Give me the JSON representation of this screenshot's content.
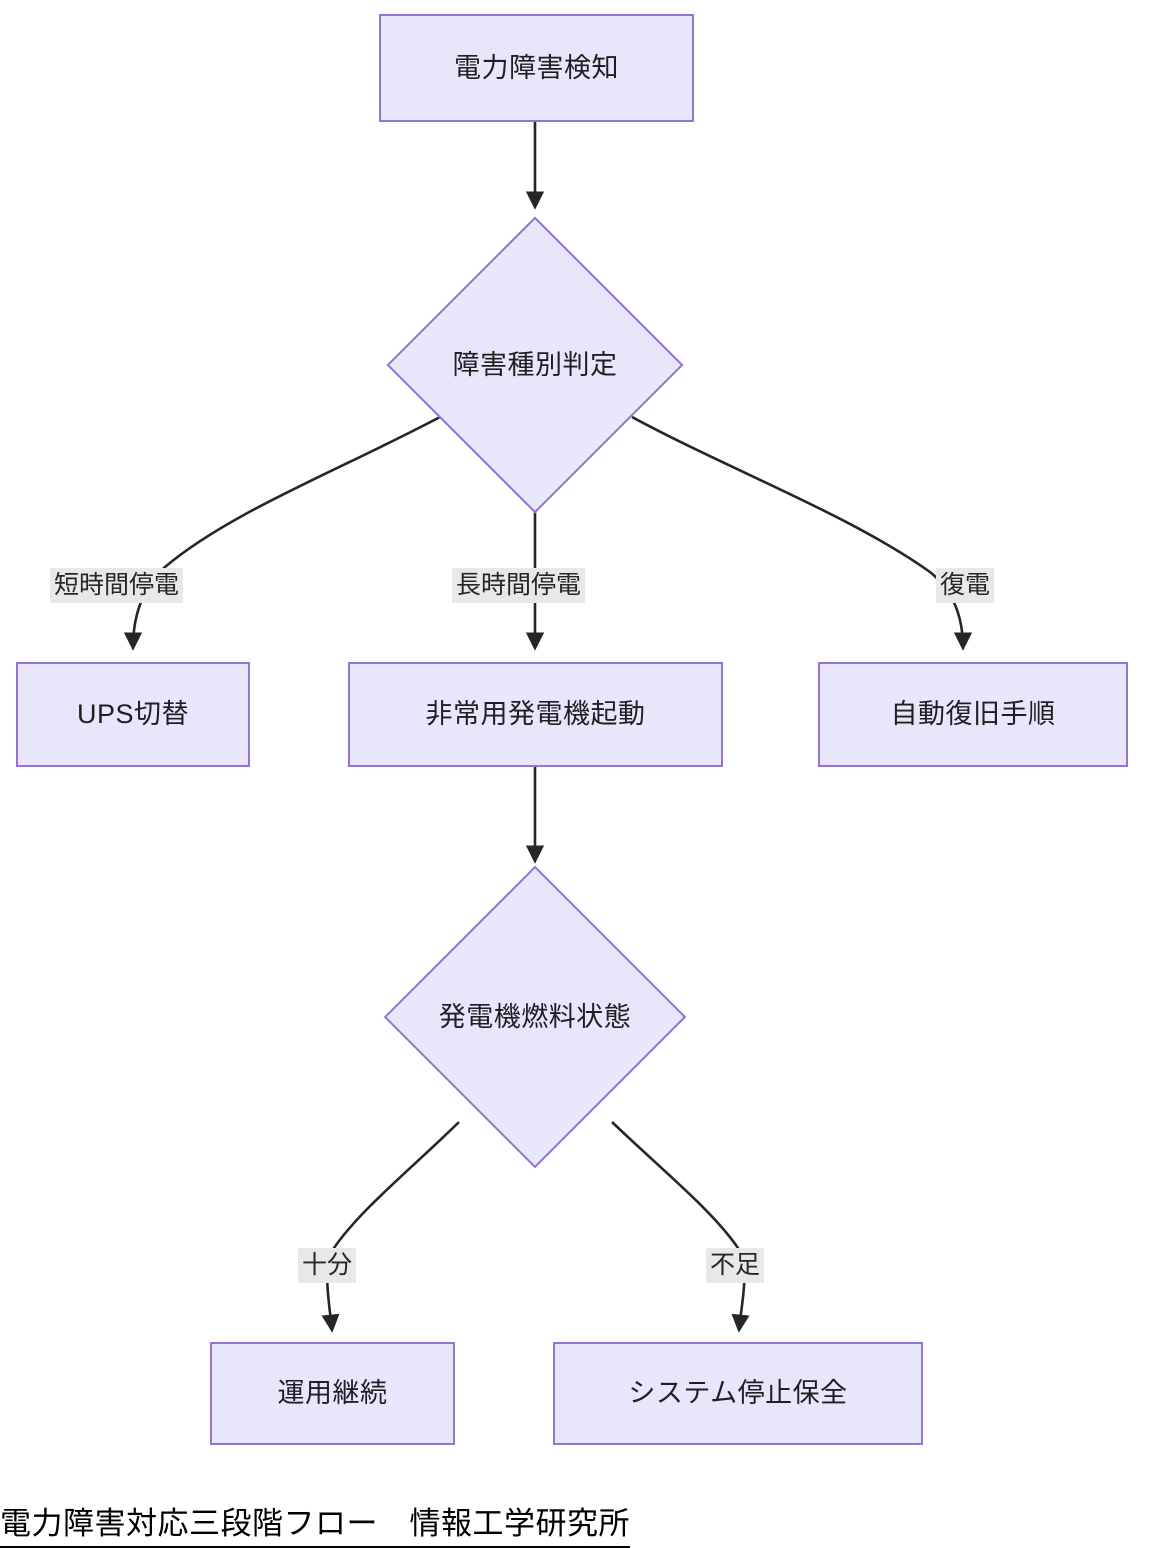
{
  "diagram": {
    "type": "flowchart",
    "title": "電力障害対応三段階フロー",
    "nodes": [
      {
        "id": "detect",
        "label": "電力障害検知",
        "shape": "rect"
      },
      {
        "id": "classify",
        "label": "障害種別判定",
        "shape": "diamond"
      },
      {
        "id": "ups",
        "label": "UPS切替",
        "shape": "rect"
      },
      {
        "id": "generator",
        "label": "非常用発電機起動",
        "shape": "rect"
      },
      {
        "id": "autorec",
        "label": "自動復旧手順",
        "shape": "rect"
      },
      {
        "id": "fuel",
        "label": "発電機燃料状態",
        "shape": "diamond"
      },
      {
        "id": "continue",
        "label": "運用継続",
        "shape": "rect"
      },
      {
        "id": "shutdown",
        "label": "システム停止保全",
        "shape": "rect"
      }
    ],
    "edges": [
      {
        "from": "detect",
        "to": "classify",
        "label": ""
      },
      {
        "from": "classify",
        "to": "ups",
        "label": "短時間停電"
      },
      {
        "from": "classify",
        "to": "generator",
        "label": "長時間停電"
      },
      {
        "from": "classify",
        "to": "autorec",
        "label": "復電"
      },
      {
        "from": "generator",
        "to": "fuel",
        "label": ""
      },
      {
        "from": "fuel",
        "to": "continue",
        "label": "十分"
      },
      {
        "from": "fuel",
        "to": "shutdown",
        "label": "不足"
      }
    ],
    "colors": {
      "node_fill": "#e8e6fb",
      "node_border": "#9673d3",
      "edge_stroke": "#26262a",
      "label_background": "#e8e8e8",
      "text": "#1f1f23",
      "canvas": "#ffffff"
    }
  },
  "caption": {
    "text": "電力障害対応三段階フロー　情報工学研究所"
  }
}
